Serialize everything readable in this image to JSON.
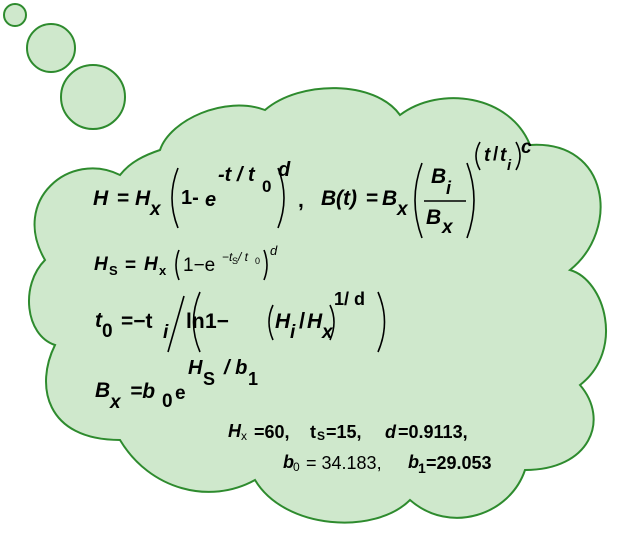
{
  "colors": {
    "fill": "#cfe8cc",
    "stroke": "#2e8b2e"
  },
  "eq1": {
    "H": "H",
    "eq": "=",
    "Hx_H": "H",
    "Hx_x": "x",
    "one_minus": "1-",
    "e": "e",
    "exp": "-t / t",
    "exp_sub": "0",
    "d": "d",
    "comma": ","
  },
  "eq2": {
    "B": "B",
    "t": "(t)",
    "eq": "=",
    "Bx_B": "B",
    "Bx_x": "x",
    "Bi_B": "B",
    "Bi_i": "i",
    "Bx2_B": "B",
    "Bx2_x": "x",
    "exp_t": "t",
    "exp_slash": "/",
    "exp_ti": "t",
    "exp_i": "i",
    "c": "c"
  },
  "eq3": {
    "H": "H",
    "S": "S",
    "eq": "=",
    "Hx_H": "H",
    "Hx_x": "x",
    "one_minus": "1−e",
    "exp": "−t",
    "exp_S": "S",
    "exp_mid": " / t",
    "exp_0": "0",
    "d": "d"
  },
  "eq4": {
    "t": "t",
    "sub0": "0",
    "eq": "=−t",
    "i": "i",
    "ln": "ln",
    "one_minus": "1−",
    "Hi": "H",
    "i2": "i",
    "slash": "/",
    "Hx": "H",
    "x": "x",
    "exp": "1/ d"
  },
  "eq5": {
    "B": "B",
    "x": "x",
    "eq": "=b",
    "sub0": "0",
    "e": "e",
    "exp_H": "H",
    "exp_S": "S",
    "exp_b": "/ b",
    "exp_1": "1"
  },
  "params1": {
    "Hx_H": "H",
    "Hx_x": "x",
    "Hx_val": "=60,",
    "ts_t": "t",
    "ts_s": "S",
    "ts_val": "=15,",
    "d": "d",
    "d_val": "=0.9113,"
  },
  "params2": {
    "b0": "b",
    "b0_sub": "0",
    "b0_val": "= 34.183,",
    "b1": "b",
    "b1_sub": "1",
    "b1_val": "=29.053"
  }
}
